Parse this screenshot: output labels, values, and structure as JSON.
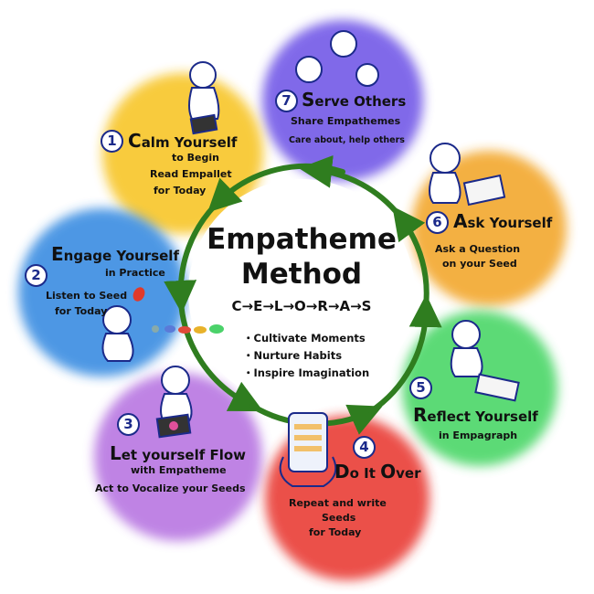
{
  "center": {
    "title_line1": "Empatheme",
    "title_line2": "Method",
    "sequence": "C→E→L→O→R→A→S",
    "bullets": [
      "・Cultivate Moments",
      "・Nurture Habits",
      "・Inspire Imagination"
    ]
  },
  "steps": [
    {
      "number": "1",
      "initial": "C",
      "rest": "alm Yourself",
      "line2": "to Begin",
      "line3": "Read Empallet",
      "line4": "for Today",
      "color": "#f7c21d"
    },
    {
      "number": "2",
      "initial": "E",
      "rest": "ngage Yourself",
      "line2": "in Practice",
      "line3": "Listen to Seed",
      "line4": "for Today",
      "color": "#2f86e0"
    },
    {
      "number": "3",
      "initial": "L",
      "rest": "et yourself Flow",
      "line2": "with Empatheme",
      "line3": "Act to Vocalize your Seeds",
      "color": "#b46ee0"
    },
    {
      "number": "4",
      "initial": "D",
      "rest": "o It ",
      "initial2": "O",
      "rest2": "ver",
      "line2": "Repeat and write",
      "line3": "Seeds",
      "line4": "for Today",
      "color": "#e8302a"
    },
    {
      "number": "5",
      "initial": "R",
      "rest": "eflect Yourself",
      "line2": "in Empagraph",
      "color": "#3fd45e"
    },
    {
      "number": "6",
      "initial": "A",
      "rest": "sk Yourself",
      "line2": "Ask a Question",
      "line3": "on your Seed",
      "color": "#f2a322"
    },
    {
      "number": "7",
      "initial": "S",
      "rest": "erve Others",
      "line2": "Share Empathemes",
      "line3": "Care about, help others",
      "color": "#6a4fe6"
    }
  ],
  "ring_color": "#2f7d1f"
}
